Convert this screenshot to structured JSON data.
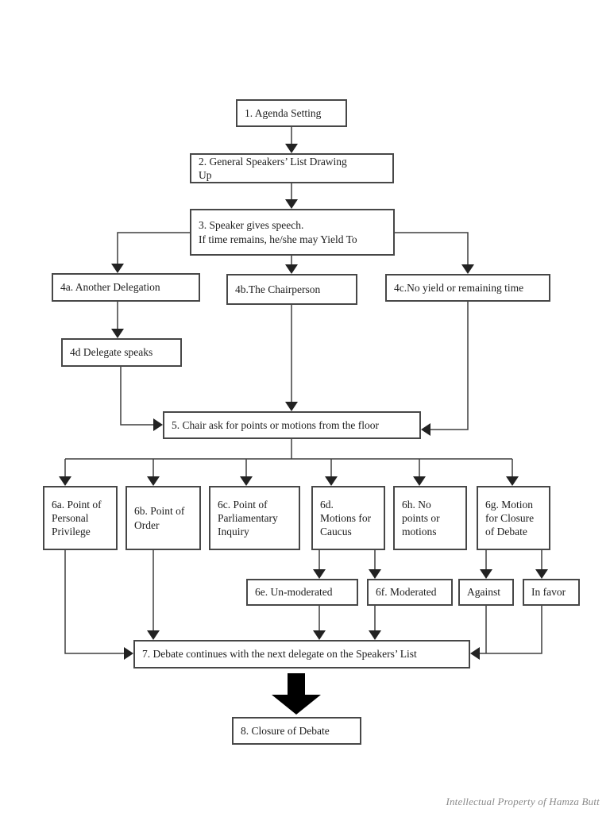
{
  "title": "Model UN debate procedure flowchart",
  "colors": {
    "background": "#ffffff",
    "box_border": "#474747",
    "connector_line": "#3f3f3f",
    "arrowhead": "#222222",
    "big_arrow": "#000000",
    "text": "#1c1c1c",
    "footer_text": "#8a8a8a"
  },
  "nodes": {
    "n1": {
      "label": "1. Agenda Setting"
    },
    "n2": {
      "label": "2. General Speakers’ List Drawing\nUp"
    },
    "n3": {
      "label": "3. Speaker gives speech.\nIf time remains, he/she may Yield To"
    },
    "n4a": {
      "label": "4a. Another Delegation"
    },
    "n4b": {
      "label": "4b.The Chairperson"
    },
    "n4c": {
      "label": "4c.No yield or remaining time"
    },
    "n4d": {
      "label": "4d Delegate speaks"
    },
    "n5": {
      "label": "5. Chair ask for points or motions from the floor"
    },
    "n6a": {
      "label": "6a. Point of\nPersonal\nPrivilege"
    },
    "n6b": {
      "label": "6b. Point of\nOrder"
    },
    "n6c": {
      "label": "6c. Point of\nParliamentary\nInquiry"
    },
    "n6d": {
      "label": "6d.\nMotions for\nCaucus"
    },
    "n6h": {
      "label": "6h. No\npoints or\nmotions"
    },
    "n6g": {
      "label": "6g. Motion\nfor Closure\nof Debate"
    },
    "n6e": {
      "label": "6e. Un-moderated"
    },
    "n6f": {
      "label": "6f. Moderated"
    },
    "nAgainst": {
      "label": "Against"
    },
    "nInFavor": {
      "label": "In favor"
    },
    "n7": {
      "label": "7. Debate continues with the next delegate on the Speakers’ List"
    },
    "n8": {
      "label": "8. Closure of Debate"
    }
  },
  "edges": [
    {
      "from": "n1",
      "to": "n2"
    },
    {
      "from": "n2",
      "to": "n3"
    },
    {
      "from": "n3",
      "to": "n4a"
    },
    {
      "from": "n3",
      "to": "n4b"
    },
    {
      "from": "n3",
      "to": "n4c"
    },
    {
      "from": "n4a",
      "to": "n4d"
    },
    {
      "from": "n4d",
      "to": "n5"
    },
    {
      "from": "n4b",
      "to": "n5"
    },
    {
      "from": "n4c",
      "to": "n5"
    },
    {
      "from": "n5",
      "to": "n6a"
    },
    {
      "from": "n5",
      "to": "n6b"
    },
    {
      "from": "n5",
      "to": "n6c"
    },
    {
      "from": "n5",
      "to": "n6d"
    },
    {
      "from": "n5",
      "to": "n6h"
    },
    {
      "from": "n5",
      "to": "n6g"
    },
    {
      "from": "n6d",
      "to": "n6e"
    },
    {
      "from": "n6d",
      "to": "n6f"
    },
    {
      "from": "n6g",
      "to": "nAgainst"
    },
    {
      "from": "n6g",
      "to": "nInFavor"
    },
    {
      "from": "n6a",
      "to": "n7"
    },
    {
      "from": "n6b",
      "to": "n7"
    },
    {
      "from": "n6e",
      "to": "n7"
    },
    {
      "from": "n6f",
      "to": "n7"
    },
    {
      "from": "nAgainst",
      "to": "n7"
    },
    {
      "from": "nInFavor",
      "to": "n7"
    },
    {
      "from": "n7",
      "to": "n8"
    }
  ],
  "footer": {
    "credit": "Intellectual Property of Hamza Butt"
  }
}
